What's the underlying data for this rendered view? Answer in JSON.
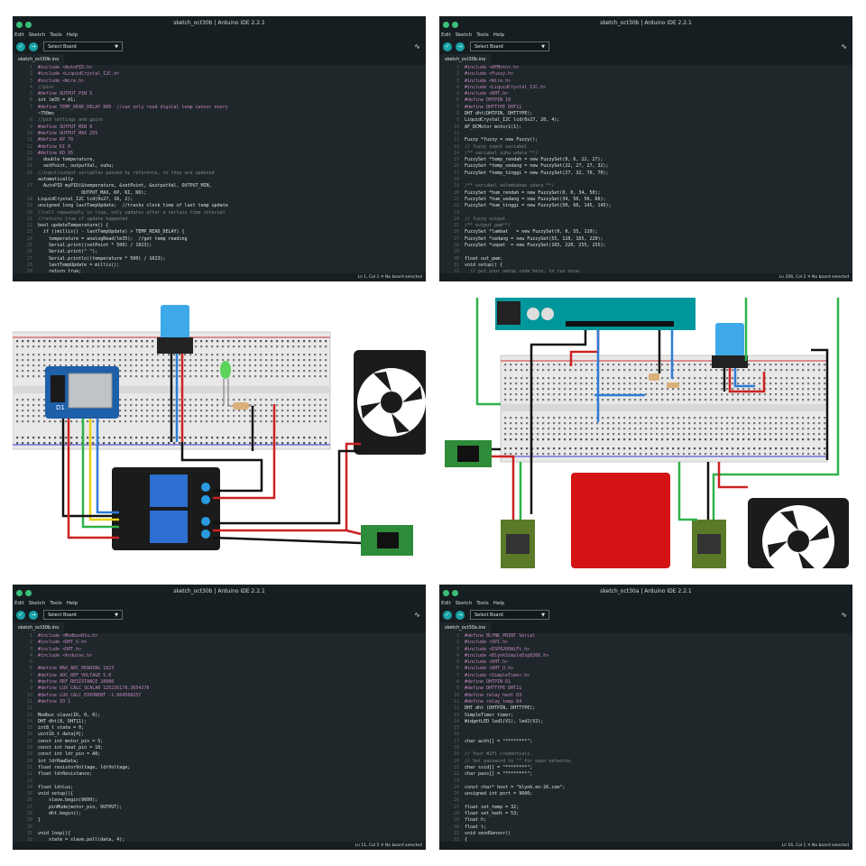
{
  "colors": {
    "ide_bg": "#1f272a",
    "ide_bar": "#171e21",
    "accent_teal": "#17a1a5",
    "arduino_blue": "#00979c",
    "breadboard": "#e8e8e8"
  },
  "icons": [
    "verify-icon",
    "upload-icon",
    "serial-plotter-icon",
    "dropdown-caret-icon"
  ],
  "ide_top_left": {
    "title": "sketch_oct30b | Arduino IDE 2.2.1",
    "menu": [
      "Edit",
      "Sketch",
      "Tools",
      "Help"
    ],
    "board_select": "Select Board",
    "tab": "sketch_oct30b.ino",
    "status": "Ln 1, Col 1   ✕ No board selected",
    "code": [
      "#include <AutoPID.h>",
      "#include <LiquidCrystal_I2C.h>",
      "#include <Wire.h>",
      "//pins",
      "#define OUTPUT_PIN 5",
      "int lm35 = A1;",
      "#define TEMP_READ_DELAY 800  //can only read digital temp sensor every",
      "~750ms",
      "//pid settings and gains",
      "#define OUTPUT_MIN 0",
      "#define OUTPUT_MAX 255",
      "#define KP 70",
      "#define KI 0",
      "#define KD 95",
      "  double temperature,",
      "  setPoint, outputVal, suhu;",
      "//input/output variables passed by reference, so they are updated",
      "automatically",
      "  AutoPID myPID(&temperature, &setPoint, &outputVal, OUTPUT_MIN,",
      "                OUTPUT_MAX, KP, KI, KD);",
      "LiquidCrystal_I2C lcd(0x27, 16, 2);",
      "unsigned long lastTempUpdate;  //tracks clock time of last temp update",
      "//call repeatedly in loop, only updates after a certain time interval",
      "//returns true if update happened",
      "bool updateTemperature() {",
      "  if ((millis() - lastTempUpdate) > TEMP_READ_DELAY) {",
      "    temperature = analogRead(lm35);  //get temp reading",
      "    Serial.print((setPoint * 500) / 1023);",
      "    Serial.print(\" \");",
      "    Serial.println((temperature * 500) / 1023);",
      "    lastTempUpdate = millis();",
      "    return true;"
    ],
    "line_numbers": [
      "1",
      "2",
      "3",
      "4",
      "5",
      "6",
      "7",
      "",
      "8",
      "9",
      "10",
      "11",
      "12",
      "13",
      "14",
      "15",
      "16",
      "",
      "17",
      "",
      "18",
      "19",
      "20",
      "21",
      "22",
      "23",
      "24",
      "25",
      "26",
      "27",
      "28",
      "29"
    ]
  },
  "ide_top_right": {
    "title": "sketch_oct30b | Arduino IDE 2.2.1",
    "menu": [
      "Edit",
      "Sketch",
      "Tools",
      "Help"
    ],
    "board_select": "Select Board",
    "tab": "sketch_oct30b.ino",
    "status": "Ln 206, Col 2   ✕ No board selected",
    "code": [
      "#include <AFMotor.h>",
      "#include <Fuzzy.h>",
      "#include <Wire.h>",
      "#include <LiquidCrystal_I2C.h>",
      "#include <DHT.h>",
      "#define DHTPIN 10",
      "#define DHTTYPE DHT11",
      "DHT dht(DHTPIN, DHTTYPE);",
      "LiquidCrystal_I2C lcd(0x27, 20, 4);",
      "AF_DCMotor motor1(1);",
      "",
      "Fuzzy *fuzzy = new Fuzzy();",
      "// fuzzy input variabel",
      "/** variabel suhu udara **/",
      "FuzzySet *temp_rendah = new FuzzySet(0, 6, 22, 27);",
      "FuzzySet *temp_sedang = new FuzzySet(22, 27, 27, 32);",
      "FuzzySet *temp_tinggi = new FuzzySet(27, 32, 70, 70);",
      "",
      "/** variabel kelembaban udara **/",
      "FuzzySet *hum_rendah = new FuzzySet(0, 0, 34, 50);",
      "FuzzySet *hum_sedang = new FuzzySet(34, 50, 50, 66);",
      "FuzzySet *hum_tinggi = new FuzzySet(50, 66, 145, 145);",
      "",
      "// fuzzy output",
      "/** output pwm**/",
      "FuzzySet *lambat   = new FuzzySet(0, 0, 55, 110);",
      "FuzzySet *sedang = new FuzzySet(55, 110, 165, 220);",
      "FuzzySet *cepat  = new FuzzySet(165, 220, 255, 255);",
      "",
      "float out_pwm;",
      "void setup() {",
      "  // put your setup code here, to run once:"
    ],
    "line_numbers": [
      "1",
      "2",
      "3",
      "4",
      "5",
      "6",
      "7",
      "8",
      "9",
      "10",
      "11",
      "12",
      "13",
      "14",
      "15",
      "16",
      "17",
      "18",
      "19",
      "20",
      "21",
      "22",
      "23",
      "24",
      "25",
      "26",
      "27",
      "28",
      "29",
      "30",
      "31",
      "32"
    ]
  },
  "ide_bottom_left": {
    "title": "sketch_oct30b | Arduino IDE 2.2.1",
    "menu": [
      "Edit",
      "Sketch",
      "Tools",
      "Help"
    ],
    "board_select": "Select Board",
    "tab": "sketch_oct30b.ino",
    "status": "Ln 11, Col 5   ✕ No board selected",
    "code": [
      "#include <ModbusRtu.h>",
      "#include <DHT_U.h>",
      "#include <DHT.h>",
      "#include <Arduino.h>",
      "",
      "#define MAX_ADC_READING 1023",
      "#define ADC_REF_VOLTAGE 5.0",
      "#define REF_RESISTANCE 10000",
      "#define LUX_CALC_SCALAR 125235178.3654270",
      "#define LUX_CALC_EXPONENT -1.604568157",
      "#define ID 1",
      "",
      "Modbus slave(ID, 0, 0);",
      "DHT dht(8, DHT11);",
      "int8_t state = 0;",
      "uint16_t data[4];",
      "const int motor_pin = 5;",
      "const int heat_pin = 10;",
      "const int ldr_pin = A0;",
      "int ldrRawData;",
      "float resistorVoltage, ldrVoltage;",
      "float ldrResistance;",
      "",
      "float ldrLux;",
      "void setup(){",
      "    slave.begin(9600);",
      "    pinMode(motor_pin, OUTPUT);",
      "    dht.begin();",
      "}",
      "",
      "void loop(){",
      "    state = slave.poll(data, 4);"
    ],
    "line_numbers": [
      "1",
      "2",
      "3",
      "4",
      "5",
      "6",
      "7",
      "8",
      "9",
      "10",
      "11",
      "12",
      "13",
      "14",
      "15",
      "16",
      "17",
      "18",
      "19",
      "20",
      "21",
      "22",
      "23",
      "24",
      "25",
      "26",
      "27",
      "28",
      "29",
      "30",
      "31",
      "32"
    ]
  },
  "ide_bottom_right": {
    "title": "sketch_oct30a | Arduino IDE 2.2.1",
    "menu": [
      "Edit",
      "Sketch",
      "Tools",
      "Help"
    ],
    "board_select": "Select Board",
    "tab": "sketch_oct30a.ino",
    "status": "Ln 16, Col 1   ✕ No board selected",
    "code": [
      "#define BLYNK_PRINT Serial",
      "#include <SPI.h>",
      "#include <ESP8266WiFi.h>",
      "#include <BlynkSimpleEsp8266.h>",
      "#include <DHT.h>",
      "#include <DHT_U.h>",
      "#include <SimpleTimer.h>",
      "#define DHTPIN D1",
      "#define DHTTYPE DHT11",
      "#define relay_hedt D3",
      "#define relay_temp D4",
      "DHT dht (DHTPIN, DHTTYPE);",
      "SimpleTimer timer;",
      "WidgetLED led1(V1), led2(V2);",
      "",
      "",
      "char auth[] = \"********\";",
      "",
      "// Your WiFi credentials.",
      "// Set password to \"\" for open networks.",
      "char ssid[] = \"********\";",
      "char pass[] = \"********\";",
      "",
      "const char* host = \"blynk.en-26.com\";",
      "unsigned int port = 9600;",
      "",
      "float set_temp = 32;",
      "float set_hedt = 53;",
      "float h;",
      "float t;",
      "void sendSensor()",
      "{"
    ],
    "line_numbers": [
      "1",
      "2",
      "3",
      "4",
      "5",
      "6",
      "7",
      "8",
      "9",
      "10",
      "11",
      "12",
      "13",
      "14",
      "15",
      "16",
      "17",
      "18",
      "19",
      "20",
      "21",
      "22",
      "23",
      "24",
      "25",
      "26",
      "27",
      "28",
      "29",
      "30",
      "31",
      "32"
    ]
  },
  "circuit_left": {
    "module_label": "D1"
  },
  "circuit_right": {}
}
